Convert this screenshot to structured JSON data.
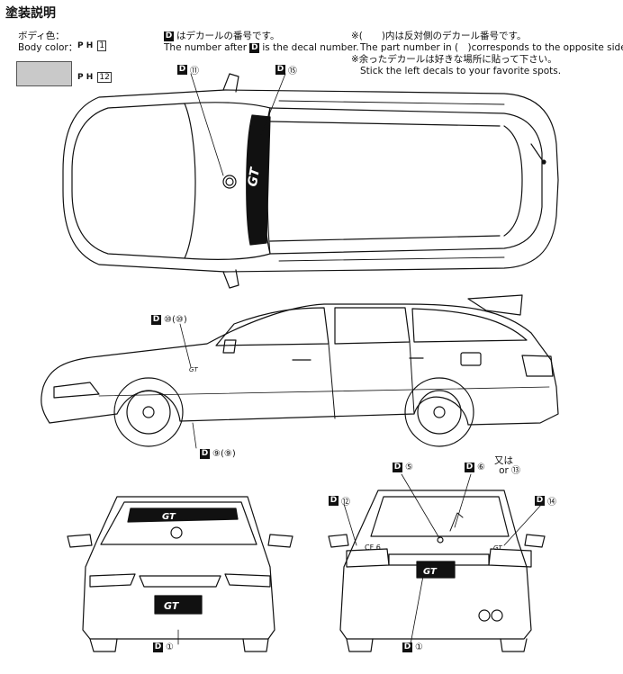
{
  "title": "塗装説明",
  "body_color": {
    "label_jp": "ボディ色：",
    "label_en": "Body color：",
    "code_main": "1",
    "code_swatch": "12",
    "ph_label": "P H"
  },
  "decal_note": {
    "jp": "はデカールの番号です。",
    "en_before": "The number after",
    "en_after": "is the decal number.",
    "d_letter": "D"
  },
  "opposite_note": {
    "jp1": "※(　　)内は反対側のデカール番号です。",
    "en1": "The part number in (　)corresponds to the opposite side.",
    "jp2": "※余ったデカールは好きな場所に貼って下さい。",
    "en2": "Stick the left decals to your favorite spots."
  },
  "callouts": {
    "top_hood": "⑪",
    "top_windshield": "⑮",
    "side_upper": "⑩(⑩)",
    "side_lower": "⑨(⑨)",
    "rear_5": "⑤",
    "rear_6": "⑥",
    "rear_or_jp": "又は",
    "rear_or_en": "or",
    "rear_13": "⑬",
    "rear_12": "⑫",
    "rear_14": "⑭",
    "front_bottom": "①",
    "rear_bottom": "①"
  },
  "decal_texts": {
    "gt": "GT",
    "cf6": "CF 6",
    "gt_small": "GT"
  }
}
